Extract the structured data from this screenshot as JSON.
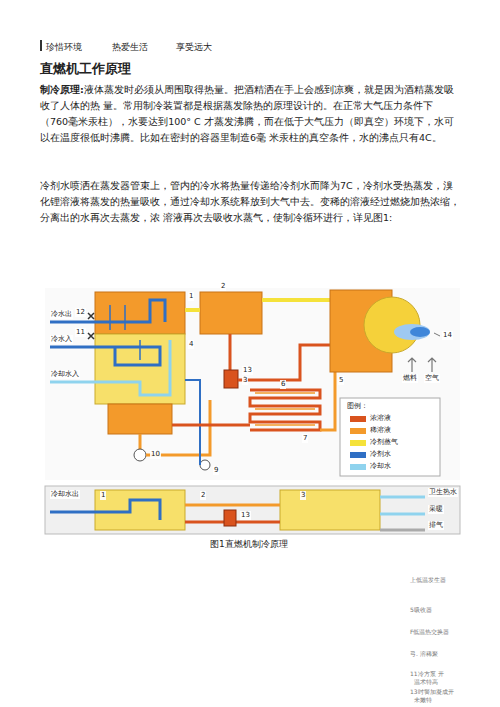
{
  "diagram": {
    "title": "直燃机工作原理",
    "caption": "图1直燃机制冷原理",
    "labels": [
      "珍惜环境",
      "热爱生活",
      "享受远大",
      "制冷原理:",
      "液体蒸发时必须从周围取得热量。把酒精洒在手上会感到凉爽，就是因为酒精蒸发吸收了人体的热 量。常用制冷装置都是根据蒸发除热的原理设计的。在正常大气压力条件下（760毫米汞柱），水要达到100° C 才蒸发沸腾，而在低于大气压力（即真空）环境下，水可以在温度很低时沸腾。比如在密封的容器里制造6毫 米汞柱的真空条件，水的沸点只有4C。",
      "冷剂水喷洒在蒸发器管束上，管内的冷水将热量传递给冷剂水而降为7C，冷剂水受热蒸发，溴化锂溶液将蒸发的热量吸收，通过冷却水系统释放到大气中去。变稀的溶液经过燃烧加热浓缩，分离出的水再次去蒸发，浓 溶液再次去吸收水蒸气，使制冷循环进行，详见图1:",
      "冷水出",
      "冷水入",
      "冷却水入",
      "12",
      "11",
      "1",
      "2",
      "4",
      "13",
      "3",
      "6",
      "7",
      "10",
      "9",
      "5",
      "14",
      "燃料",
      "空气",
      "图例：",
      "冷却水出",
      "卫生热水",
      "采暖",
      "排气",
      "1",
      "2",
      "13",
      "3",
      "上低温发生器",
      "5吸收器",
      "F低温热交换器",
      "弓. 溶稀聚",
      "11冷方泵 开",
      "温术特高",
      "13吋警加凝成开",
      "未嫩特"
    ],
    "legend": [
      {
        "text": "浓溶液",
        "color": "#d9531e"
      },
      {
        "text": "稀溶液",
        "color": "#f39a2b"
      },
      {
        "text": "冷剂蒸气",
        "color": "#f5e23a"
      },
      {
        "text": "冷剂水",
        "color": "#2f6fc4"
      },
      {
        "text": "冷却水",
        "color": "#8fd3ee"
      }
    ]
  }
}
